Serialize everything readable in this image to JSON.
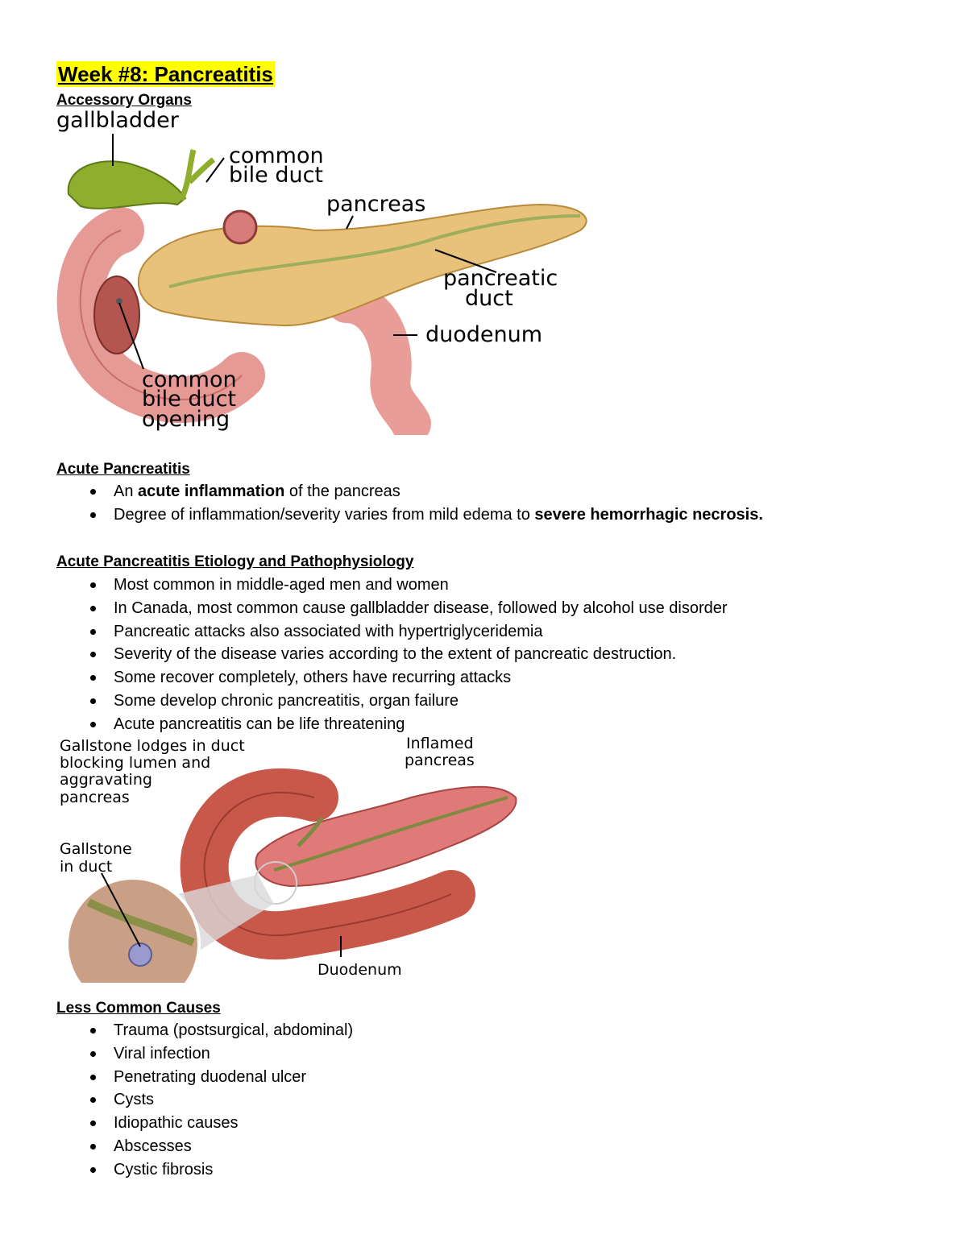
{
  "title": "Week #8: Pancreatitis",
  "section_accessory": {
    "heading": "Accessory Organs"
  },
  "figure1": {
    "labels": {
      "gallbladder": "gallbladder",
      "cbd_line1": "common",
      "cbd_line2": "bile duct",
      "pancreas": "pancreas",
      "pduct_line1": "pancreatic",
      "pduct_line2": "duct",
      "duodenum": "duodenum",
      "open_line1": "common",
      "open_line2": "bile duct",
      "open_line3": "opening"
    }
  },
  "section_acute": {
    "heading": "Acute Pancreatitis",
    "items": [
      {
        "parts": [
          {
            "t": "An "
          },
          {
            "t": "acute inflammation",
            "b": true
          },
          {
            "t": " of the pancreas"
          }
        ]
      },
      {
        "parts": [
          {
            "t": "Degree of inflammation/severity varies from mild edema to "
          },
          {
            "t": "severe hemorrhagic necrosis.",
            "b": true
          }
        ]
      }
    ]
  },
  "section_etiology": {
    "heading": "Acute Pancreatitis Etiology and Pathophysiology",
    "items": [
      "Most common in middle-aged men and women",
      "In Canada, most common cause gallbladder disease, followed by alcohol use disorder",
      "Pancreatic attacks also associated with hypertriglyceridemia",
      "Severity of the disease varies according to the extent of pancreatic destruction.",
      "Some recover completely, others have recurring attacks",
      "Some develop chronic pancreatitis, organ failure",
      "Acute pancreatitis can be life threatening"
    ]
  },
  "figure2": {
    "labels": {
      "lodge1": "Gallstone lodges in duct",
      "lodge2": "blocking lumen and",
      "lodge3": "aggravating",
      "lodge4": "pancreas",
      "inflamed1": "Inflamed",
      "inflamed2": "pancreas",
      "stone1": "Gallstone",
      "stone2": "in duct",
      "duodenum": "Duodenum"
    }
  },
  "section_less": {
    "heading": "Less Common Causes",
    "items": [
      "Trauma (postsurgical, abdominal)",
      "Viral infection",
      "Penetrating duodenal ulcer",
      "Cysts",
      "Idiopathic causes",
      "Abscesses",
      "Cystic fibrosis"
    ]
  }
}
